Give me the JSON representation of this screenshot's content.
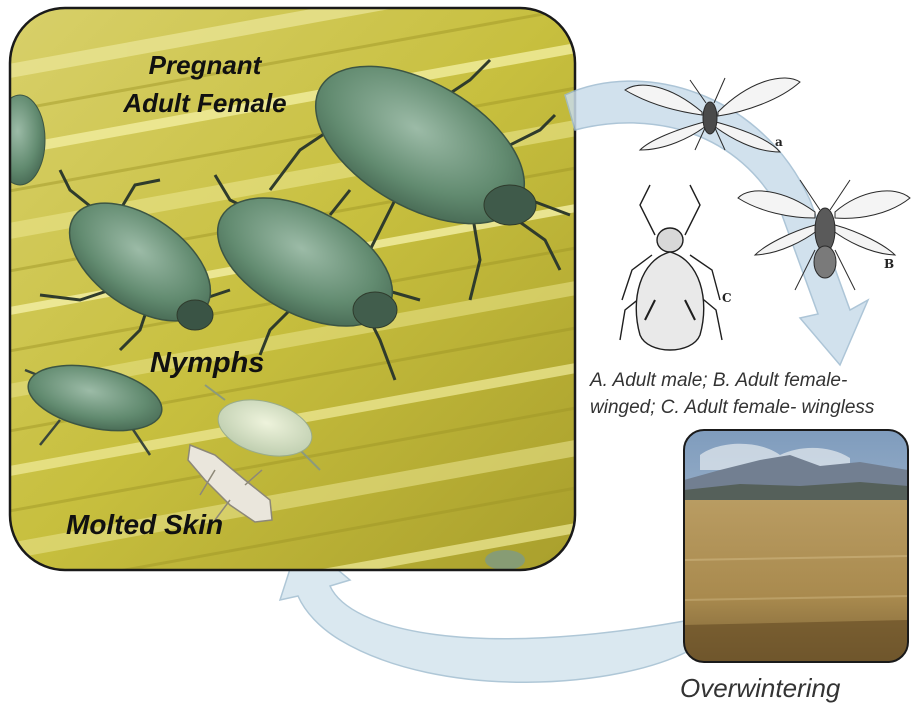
{
  "labels": {
    "pregnant_line1": "Pregnant",
    "pregnant_line2": "Adult Female",
    "nymphs": "Nymphs",
    "molted_skin": "Molted Skin",
    "caption_line1": "A. Adult male; B. Adult female-",
    "caption_line2": "winged; C. Adult female- wingless",
    "overwintering": "Overwintering"
  },
  "drawing_letters": {
    "a": "a",
    "b": "B",
    "c": "C"
  },
  "colors": {
    "leaf_base": "#c9c23c",
    "leaf_light": "#e9e48a",
    "aphid_body": "#5c8466",
    "aphid_light": "#8fb19a",
    "arrow_fill": "#d3e3ee",
    "arrow_stroke": "#a9c3d4",
    "sky": "#8fa9c4",
    "mountain": "#6f7d8f",
    "field": "#b89a5c"
  }
}
